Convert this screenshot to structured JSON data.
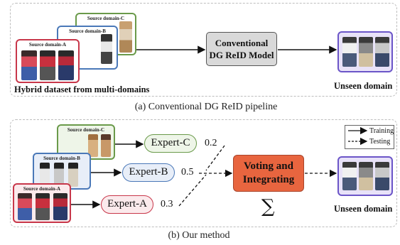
{
  "panel_a": {
    "domains": [
      "Source domain-A",
      "Source domain-B",
      "Source domain-C"
    ],
    "hybrid_label": "Hybrid dataset from multi-domains",
    "model_line1": "Conventional",
    "model_line2": "DG ReID Model",
    "unseen_label": "Unseen domain",
    "caption": "(a) Conventional DG ReID pipeline"
  },
  "panel_b": {
    "domains": [
      "Source domain-A",
      "Source domain-B",
      "Source domain-C"
    ],
    "experts": [
      {
        "label": "Expert-A",
        "weight": "0.3"
      },
      {
        "label": "Expert-B",
        "weight": "0.5"
      },
      {
        "label": "Expert-C",
        "weight": "0.2"
      }
    ],
    "voting_line1": "Voting and",
    "voting_line2": "Integrating",
    "sum_symbol": "∑",
    "unseen_label": "Unseen domain",
    "legend": {
      "training": "Training",
      "testing": "Testing"
    },
    "caption": "(b) Our method"
  },
  "colors": {
    "domain_a": "#c8374a",
    "domain_b": "#4a78b8",
    "domain_c": "#6a9a4a",
    "unseen": "#6b55c8",
    "model_fill": "#d9d9d9",
    "voting_fill": "#e8653f"
  }
}
